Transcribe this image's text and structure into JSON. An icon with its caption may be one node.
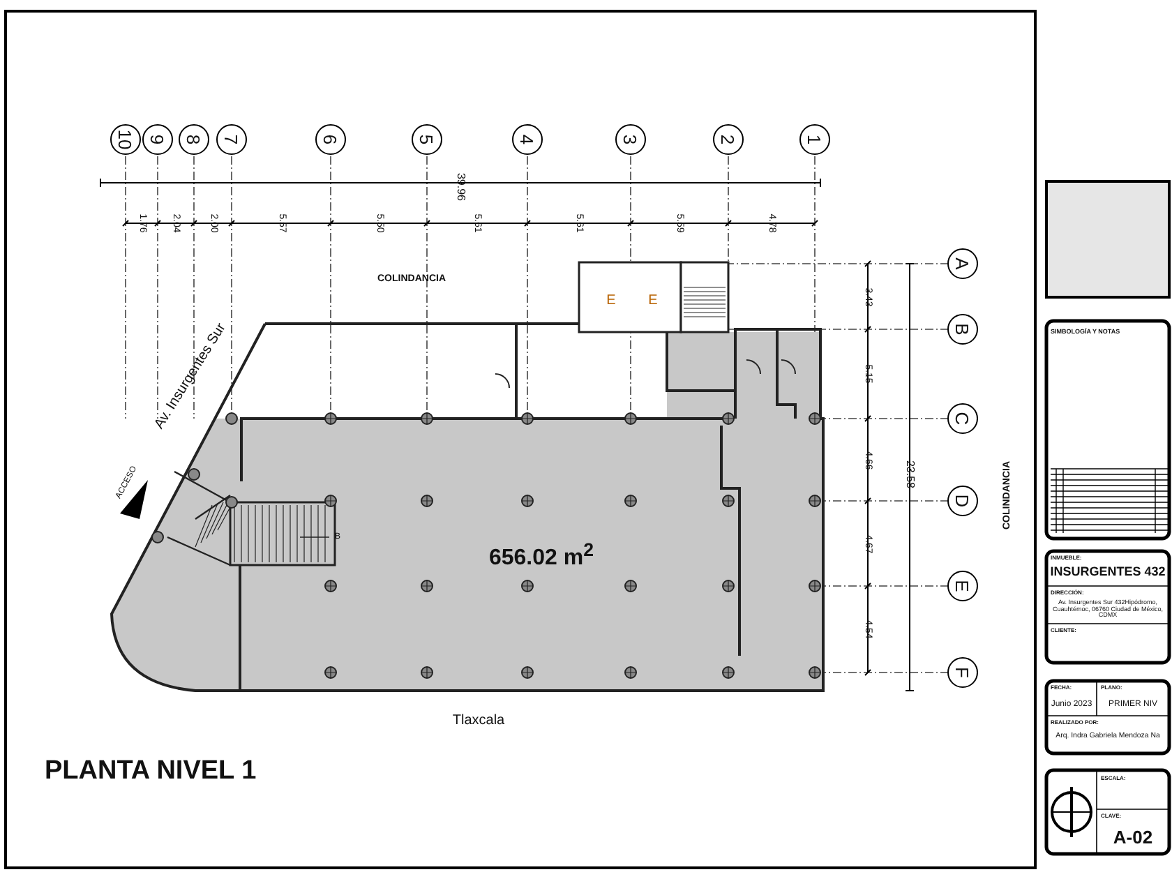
{
  "diagram": {
    "title": "PLANTA NIVEL 1",
    "labels": [
      "10",
      "9",
      "8",
      "7",
      "6",
      "5",
      "4",
      "3",
      "2",
      "1",
      "39.96",
      "1.76",
      "2.04",
      "2.00",
      "5.57",
      "5.50",
      "5.61",
      "5.61",
      "5.59",
      "4.78",
      "COLINDANCIA",
      "E",
      "E",
      "A",
      "B",
      "C",
      "D",
      "E",
      "F",
      "3.43",
      "5.15",
      "4.66",
      "4.67",
      "4.54",
      "23.58",
      "COLINDANCIA",
      "Av. Insurgentes Sur",
      "ACCESO",
      "B",
      "656.02 m$^{2}$",
      "Tlaxcala",
      "SIMBOLOGÍA Y NOTAS",
      "INMUEBLE:",
      "INSURGENTES 432",
      "DIRECCIÓN:",
      "Av. Insurgentes Sur 432Hipódromo, Cuauhtémoc, 06760 Ciudad de México, CDMX",
      "CLIENTE:",
      "FECHA:",
      "Junio 2023",
      "PLANO:",
      "PRIMER NIV",
      "REALIZADO POR:",
      "Arq. Indra Gabriela Mendoza Na",
      "ESCALA:",
      "CLAVE:",
      "A-02"
    ]
  }
}
